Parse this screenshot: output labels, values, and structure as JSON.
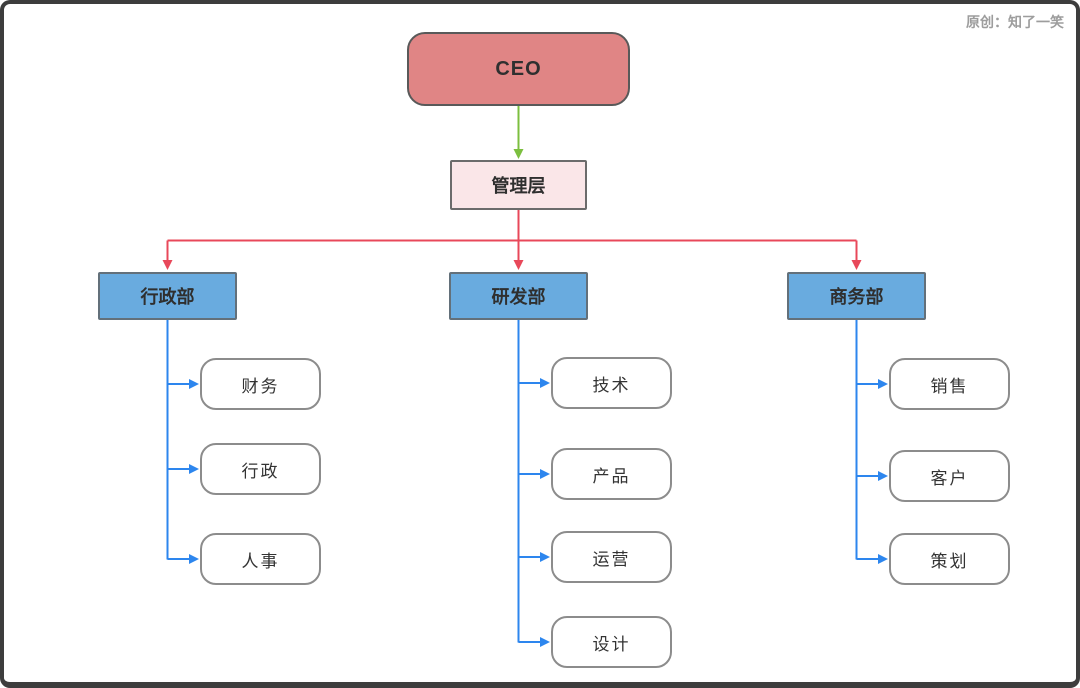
{
  "watermark": "原创：知了一笑",
  "org_chart": {
    "type": "org-tree",
    "root": {
      "label": "CEO"
    },
    "management": {
      "label": "管理层"
    },
    "departments": [
      {
        "label": "行政部",
        "children": [
          {
            "label": "财务"
          },
          {
            "label": "行政"
          },
          {
            "label": "人事"
          }
        ]
      },
      {
        "label": "研发部",
        "children": [
          {
            "label": "技术"
          },
          {
            "label": "产品"
          },
          {
            "label": "运营"
          },
          {
            "label": "设计"
          }
        ]
      },
      {
        "label": "商务部",
        "children": [
          {
            "label": "销售"
          },
          {
            "label": "客户"
          },
          {
            "label": "策划"
          }
        ]
      }
    ]
  },
  "colors": {
    "root_fill": "#e08585",
    "management_fill": "#fae6e8",
    "department_fill": "#69abdf",
    "leaf_fill": "#ffffff",
    "connector_green": "#7cbf3f",
    "connector_red": "#e8485a",
    "connector_blue": "#2d86ee",
    "frame_border": "#3d3d3d"
  }
}
